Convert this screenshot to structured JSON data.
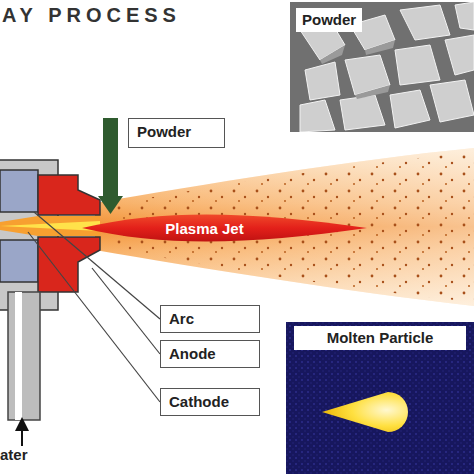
{
  "diagram": {
    "title": "AY PROCESS",
    "nodes": [
      {
        "text": [
          "Powder"
        ]
      },
      {
        "text": [
          "Powder"
        ]
      },
      {
        "text": [
          "Plasma Jet"
        ]
      },
      {
        "text": [
          "Arc"
        ]
      },
      {
        "text": [
          "Molten Particle"
        ]
      },
      {
        "text": [
          "Anode"
        ]
      },
      {
        "text": [
          "Cathode"
        ]
      }
    ],
    "labels": [
      "ater"
    ]
  }
}
